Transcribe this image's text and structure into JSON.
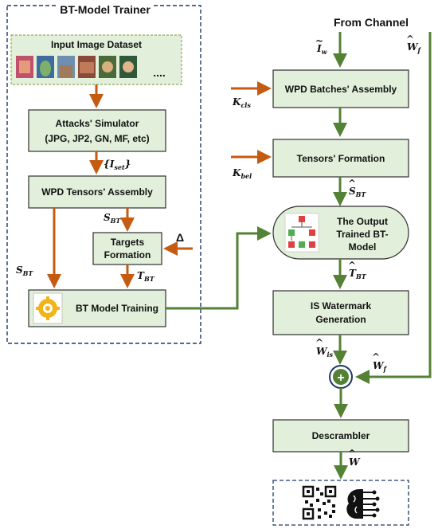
{
  "trainer": {
    "title": "BT-Model Trainer",
    "dataset_label": "Input Image Dataset",
    "dataset_ellipsis": "....",
    "attacks_line1": "Attacks' Simulator",
    "attacks_line2": "(JPG, JP2, GN, MF, etc)",
    "iset_label": "{I",
    "iset_sub": "set",
    "iset_close": "}",
    "wpd_tensors": "WPD Tensors' Assembly",
    "sbt1_label": "S",
    "sbt1_sub": "BT",
    "sbt2_label": "S",
    "sbt2_sub": "BT",
    "targets_line1": "Targets",
    "targets_line2": "Formation",
    "delta": "Δ",
    "tbt_label": "T",
    "tbt_sub": "BT",
    "training": "BT Model Training"
  },
  "pipeline": {
    "from_channel": "From Channel",
    "iw_label": "I",
    "iw_sub": "w",
    "wf_label": "W",
    "wf_sub": "f",
    "kcls_label": "K",
    "kcls_sub": "cls",
    "wpd_batches": "WPD Batches' Assembly",
    "tensors": "Tensors' Formation",
    "kbel_label": "K",
    "kbel_sub": "bel",
    "shat_label": "S",
    "shat_sub": "BT",
    "output_line1": "The Output",
    "output_line2": "Trained BT-",
    "output_line3": "Model",
    "that_label": "T",
    "that_sub": "BT",
    "is_line1": "IS Watermark",
    "is_line2": "Generation",
    "wis_label": "W",
    "wis_sub": "is",
    "wf2_label": "W",
    "wf2_sub": "f",
    "plus": "+",
    "descrambler": "Descrambler",
    "w_label": "W"
  },
  "colors": {
    "green_arrow": "#548235",
    "orange_arrow": "#c55a11",
    "box_fill": "#e2efda",
    "dashed_border": "#1f3864"
  }
}
